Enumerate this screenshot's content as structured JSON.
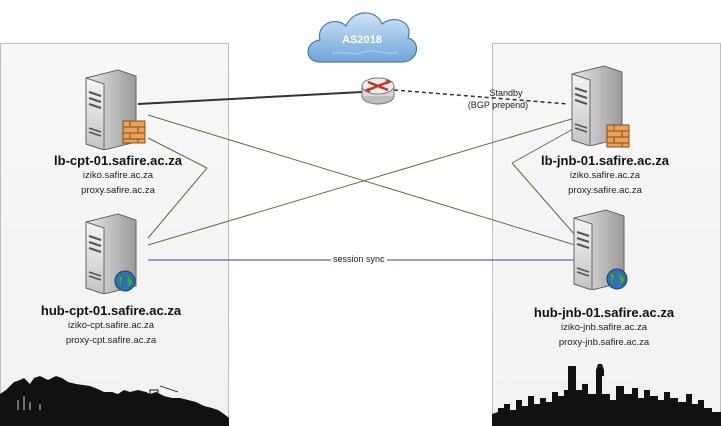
{
  "cloud": {
    "label": "AS2018"
  },
  "links": {
    "standby_line1": "Standby",
    "standby_line2": "(BGP prepend)",
    "session_sync": "session sync"
  },
  "nodes": {
    "lb_cpt": {
      "name": "lb-cpt-01.safire.ac.za",
      "aliases": [
        "iziko.safire.ac.za",
        "proxy.safire.ac.za"
      ],
      "badge": "firewall-icon"
    },
    "hub_cpt": {
      "name": "hub-cpt-01.safire.ac.za",
      "aliases": [
        "iziko-cpt.safire.ac.za",
        "proxy-cpt.safire.ac.za"
      ],
      "badge": "globe-icon"
    },
    "lb_jnb": {
      "name": "lb-jnb-01.safire.ac.za",
      "aliases": [
        "iziko.safire.ac.za",
        "proxy.safire.ac.za"
      ],
      "badge": "firewall-icon"
    },
    "hub_jnb": {
      "name": "hub-jnb-01.safire.ac.za",
      "aliases": [
        "iziko-jnb.safire.ac.za",
        "proxy-jnb.safire.ac.za"
      ],
      "badge": "globe-icon"
    }
  },
  "colors": {
    "uplink": "#333333",
    "cross_link": "#6b6b3a",
    "sync_link": "#2b4a8a",
    "cloud": "#7fb2e0",
    "skyline": "#111111"
  }
}
